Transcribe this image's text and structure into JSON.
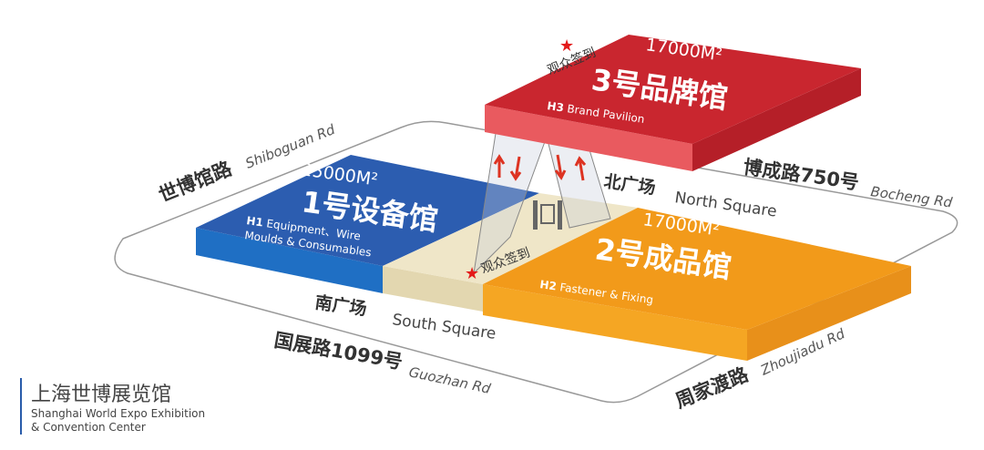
{
  "colors": {
    "h1": "#2c5db0",
    "h2": "#f29a1a",
    "h3": "#c9262f",
    "square": "#efe6c8",
    "star": "#e31a1a"
  },
  "roads": {
    "shiboguan_cn": "世博馆路",
    "shiboguan_en": "Shiboguan Rd",
    "bocheng_cn": "博成路750号",
    "bocheng_en": "Bocheng Rd",
    "guozhan_cn": "国展路1099号",
    "guozhan_en": "Guozhan Rd",
    "zhoujiadu_cn": "周家渡路",
    "zhoujiadu_en": "Zhoujiadu Rd"
  },
  "squares": {
    "north_cn": "北广场",
    "north_en": "North Square",
    "south_cn": "南广场",
    "south_en": "South Square"
  },
  "halls": {
    "h1": {
      "area": "25000M²",
      "name": "1号设备馆",
      "code": "H1",
      "desc1": "Equipment、Wire",
      "desc2": "Moulds & Consumables"
    },
    "h2": {
      "area": "17000M²",
      "name": "2号成品馆",
      "code": "H2",
      "desc1": "Fastener & Fixing"
    },
    "h3": {
      "area": "17000M²",
      "name": "3号品牌馆",
      "code": "H3",
      "desc1": "Brand Pavilion"
    }
  },
  "checkin": "观众签到",
  "icons": [
    "star-icon",
    "elevator-icon",
    "arrow-up-icon",
    "arrow-down-icon"
  ],
  "venue": {
    "cn": "上海世博展览馆",
    "en1": "Shanghai World Expo Exhibition",
    "en2": "& Convention Center"
  }
}
